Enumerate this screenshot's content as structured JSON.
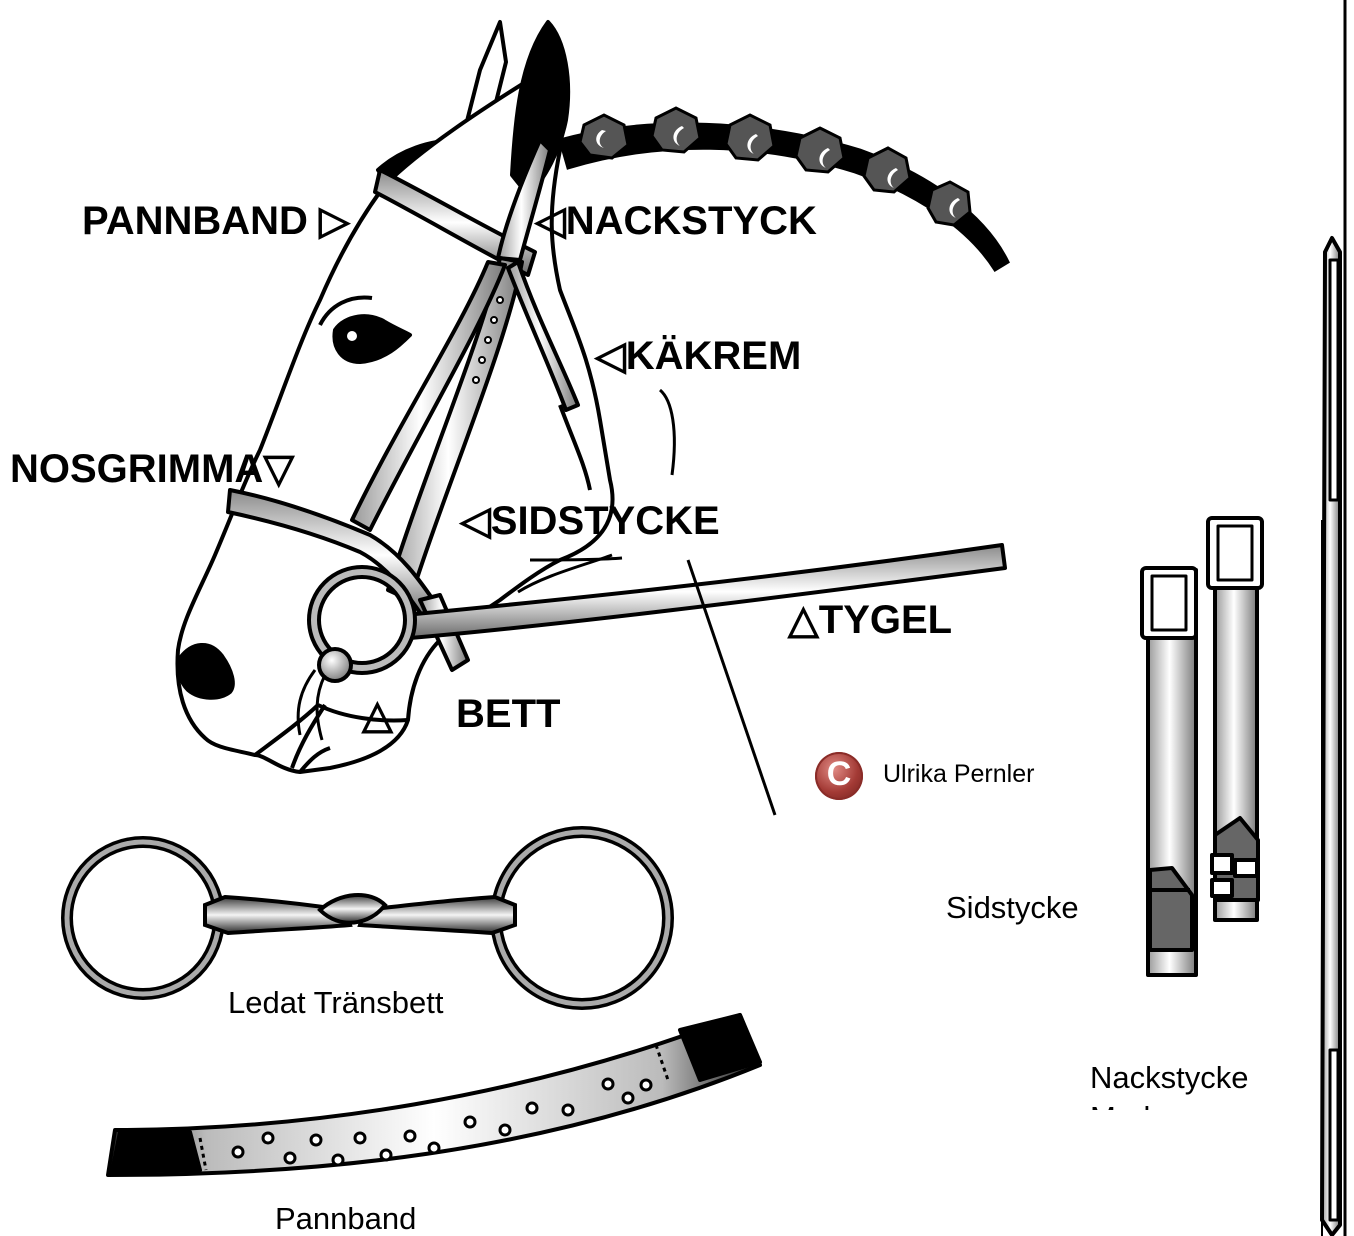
{
  "labels": {
    "pannband": "PANNBAND ▷",
    "nackstyck": "◁NACKSTYCK",
    "kakrem": "◁KÄKREM",
    "nosgrimma": "NOSGRIMMA▽",
    "sidstycke": "◁SIDSTYCKE",
    "tygel": "△TYGEL",
    "bett_marker": "△",
    "bett": "BETT"
  },
  "parts": {
    "bit": "Ledat Tränsbett",
    "browband": "Pannband",
    "cheekpiece": "Sidstycke",
    "headpiece": "Nackstycke",
    "cut_text": "Med"
  },
  "copyright": {
    "symbol": "C",
    "author": "Ulrika Pernler",
    "color": "#a33a35"
  }
}
